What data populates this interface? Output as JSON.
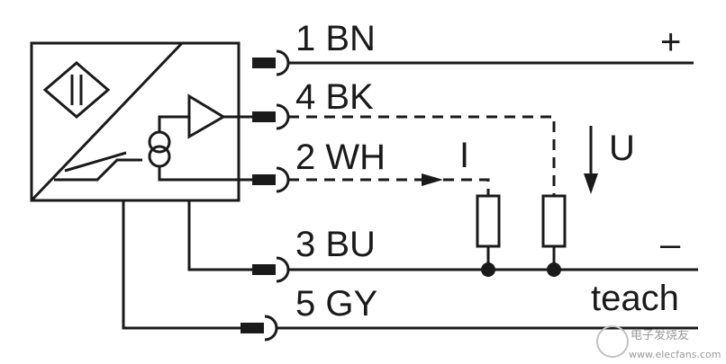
{
  "wires": [
    {
      "pin": "1 BN",
      "terminal": "+"
    },
    {
      "pin": "4 BK",
      "terminal": ""
    },
    {
      "pin": "2 WH",
      "terminal": ""
    },
    {
      "pin": "3 BU",
      "terminal": "–"
    },
    {
      "pin": "5 GY",
      "terminal": "teach"
    }
  ],
  "current_label": "I",
  "voltage_label": "U",
  "watermark": "电子发烧友",
  "watermark_url": "www.elecfans.com",
  "colors": {
    "line": "#1a1a1a",
    "background": "#ffffff"
  }
}
